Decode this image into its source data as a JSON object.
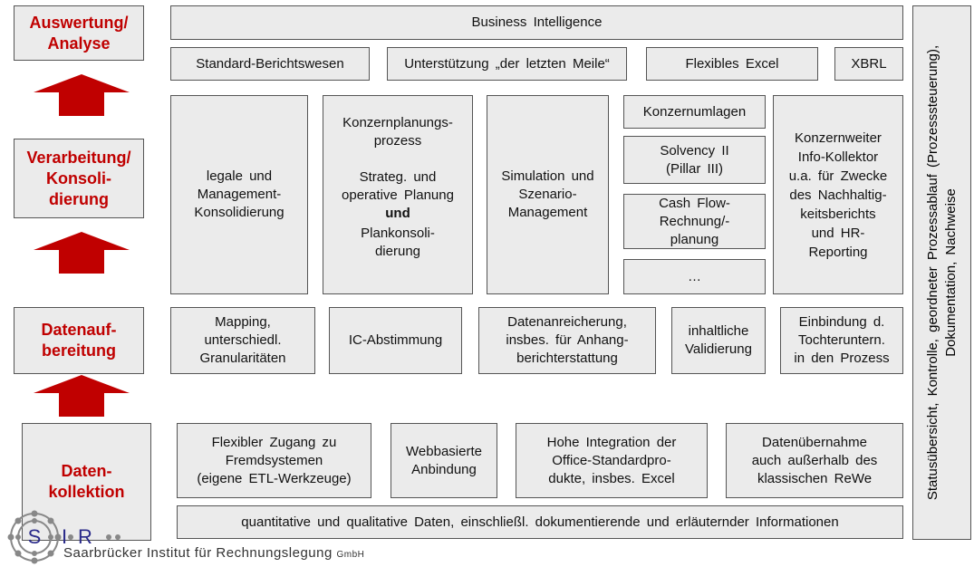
{
  "stages": {
    "analysis": "Auswertung/\nAnalyse",
    "processing": "Verarbeitung/\nKonsoli-\ndierung",
    "preparation": "Datenauf-\nbereitung",
    "collection": "Daten-\nkollektion"
  },
  "analysis": {
    "bi": "Business  Intelligence",
    "reporting": "Standard-Berichtswesen",
    "last_mile": "Unterstützung  „der letzten  Meile“",
    "excel": "Flexibles  Excel",
    "xbrl": "XBRL"
  },
  "processing": {
    "legal": "legale  und\nManagement-\nKonsolidierung",
    "planning_title": "Konzernplanungs-\nprozess",
    "planning_body": "Strateg.  und\noperative  Planung",
    "planning_and": "und",
    "planning_tail": "Plankonsoli-\ndierung",
    "simulation": "Simulation  und\nSzenario-\nManagement",
    "allocations": "Konzernumlagen",
    "solvency": "Solvency  II\n(Pillar  III)",
    "cashflow": "Cash Flow-\nRechnung/-\nplanung",
    "more": "…",
    "collector": "Konzernweiter\nInfo-Kollektor\nu.a.  für  Zwecke\ndes  Nachhaltig-\nkeitsberichts\nund  HR-\nReporting"
  },
  "preparation": {
    "mapping": "Mapping,\nunterschiedl.\nGranularitäten",
    "ic": "IC-Abstimmung",
    "enrichment": "Datenanreicherung,\ninsbes.  für  Anhang-\nberichterstattung",
    "validation": "inhaltliche\nValidierung",
    "subsidiaries": "Einbindung  d.\nTochteruntern.\nin  den  Prozess"
  },
  "collection": {
    "access": "Flexibler  Zugang  zu\nFremdsystemen\n(eigene  ETL-Werkzeuge)",
    "web": "Webbasierte\nAnbindung",
    "office": "Hohe  Integration  der\nOffice-Standardpro-\ndukte,  insbes.  Excel",
    "transfer": "Datenübernahme\nauch  außerhalb  des\nklassischen  ReWe",
    "data": "quantitative  und  qualitative  Daten,  einschließl.  dokumentierende  und  erläuternder  Informationen"
  },
  "sidebar": "Statusübersicht,  Kontrolle,  geordneter  Prozessablauf  (Prozesssteuerung),\nDokumentation,  Nachweise",
  "logo": {
    "letters": "S I R",
    "name": "Saarbrücker Institut für Rechnungslegung",
    "suffix": "GmbH"
  },
  "colors": {
    "accent": "#c00000",
    "box": "#ebebeb"
  }
}
